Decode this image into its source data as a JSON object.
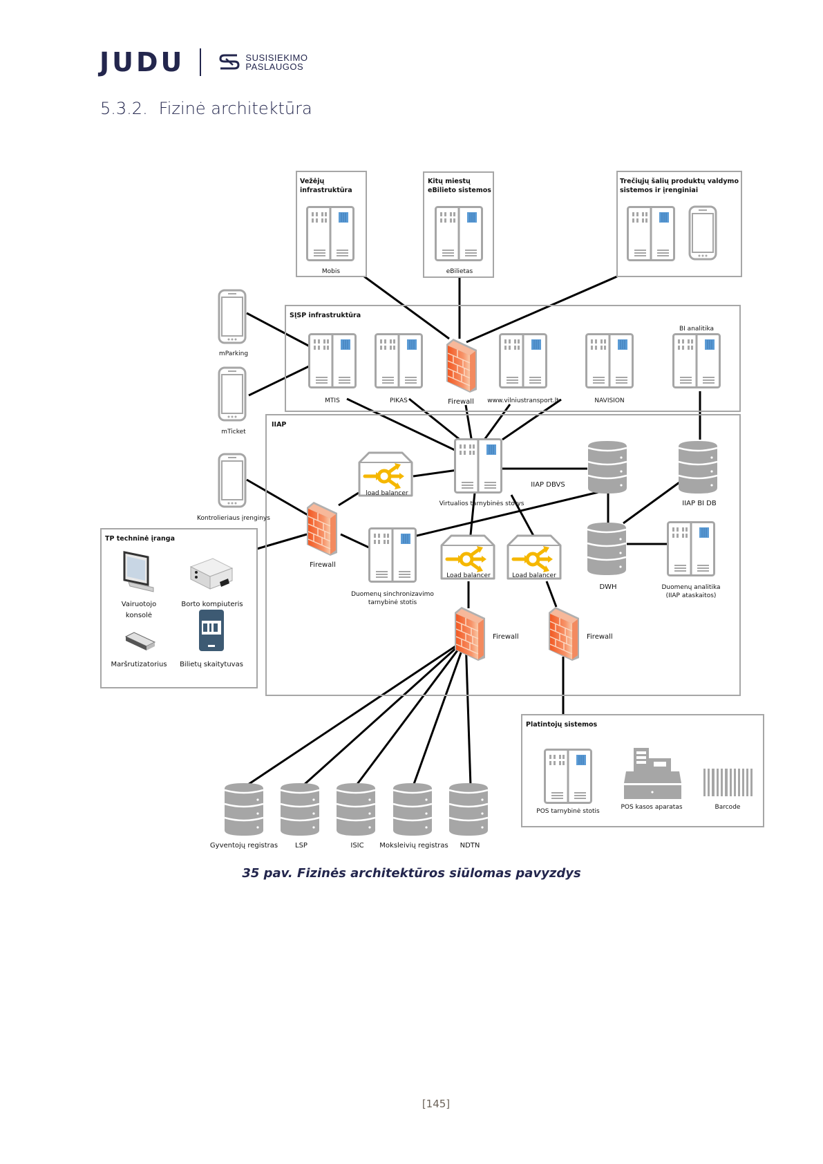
{
  "header": {
    "logo_primary": "JUDU",
    "logo_secondary_line1": "SUSISIEKIMO",
    "logo_secondary_line2": "PASLAUGOS"
  },
  "section": {
    "number": "5.3.2.",
    "title": "Fizinė architektūra"
  },
  "diagram": {
    "groups": {
      "external_infra": "Vežėjų infrastruktūra",
      "external_infra_l1": "Vežėjų",
      "external_infra_l2": "infrastruktūra",
      "other_cities_l1": "Kitų miestų",
      "other_cities_l2": "eBilieto sistemos",
      "third_party_l1": "Trečiųjų šalių produktų valdymo",
      "third_party_l2": "sistemos ir įrenginiai",
      "sisp": "SĮSP infrastruktūra",
      "iiap": "IIAP",
      "tp": "TP techninė įranga",
      "distributors": "Platintojų sistemos"
    },
    "nodes": {
      "mobis": "Mobis",
      "ebilietas": "eBilietas",
      "mparking": "mParking",
      "mticket": "mTicket",
      "mtis": "MTIS",
      "pikas": "PIKAS",
      "firewall_top": "Firewall",
      "vilniustransport": "www.vilniustransport.lt",
      "navision": "NAVISION",
      "bi_analitika": "BI analitika",
      "controller_device": "Kontrolieriaus įrenginys",
      "load_balancer_1": "load balancer",
      "virtual_servers": "Virtualios tarnybinės stotys",
      "iiap_dbvs": "IIAP DBVS",
      "iiap_bi_db": "IIAP BI DB",
      "firewall_left": "Firewall",
      "sync_server_l1": "Duomenų sinchronizavimo",
      "sync_server_l2": "tarnybinė stotis",
      "load_balancer_2": "Load balancer",
      "load_balancer_3": "Load balancer",
      "dwh": "DWH",
      "data_analytics_l1": "Duomenų analitika",
      "data_analytics_l2": "(IIAP ataskaitos)",
      "firewall_bottom_1": "Firewall",
      "firewall_bottom_2": "Firewall",
      "driver_console_l1": "Vairuotojo",
      "driver_console_l2": "konsolė",
      "onboard_computer": "Borto kompiuteris",
      "router": "Maršrutizatorius",
      "ticket_reader": "Bilietų skaitytuvas",
      "pos_server": "POS tarnybinė stotis",
      "pos_register": "POS kasos aparatas",
      "barcode": "Barcode",
      "population_registry": "Gyventojų registras",
      "lsp": "LSP",
      "isic": "ISIC",
      "student_registry": "Moksleivių registras",
      "ndtn": "NDTN"
    },
    "colors": {
      "frame": "#a6a6a6",
      "icon_gray": "#a6a6a6",
      "server_accent": "#5b9bd5",
      "firewall": "#f26b3a",
      "load_balancer": "#f5b700",
      "line": "#000000",
      "ticket_reader": "#3d5a73"
    }
  },
  "caption": "35 pav. Fizinės architektūros siūlomas pavyzdys",
  "page_number": "[145]"
}
